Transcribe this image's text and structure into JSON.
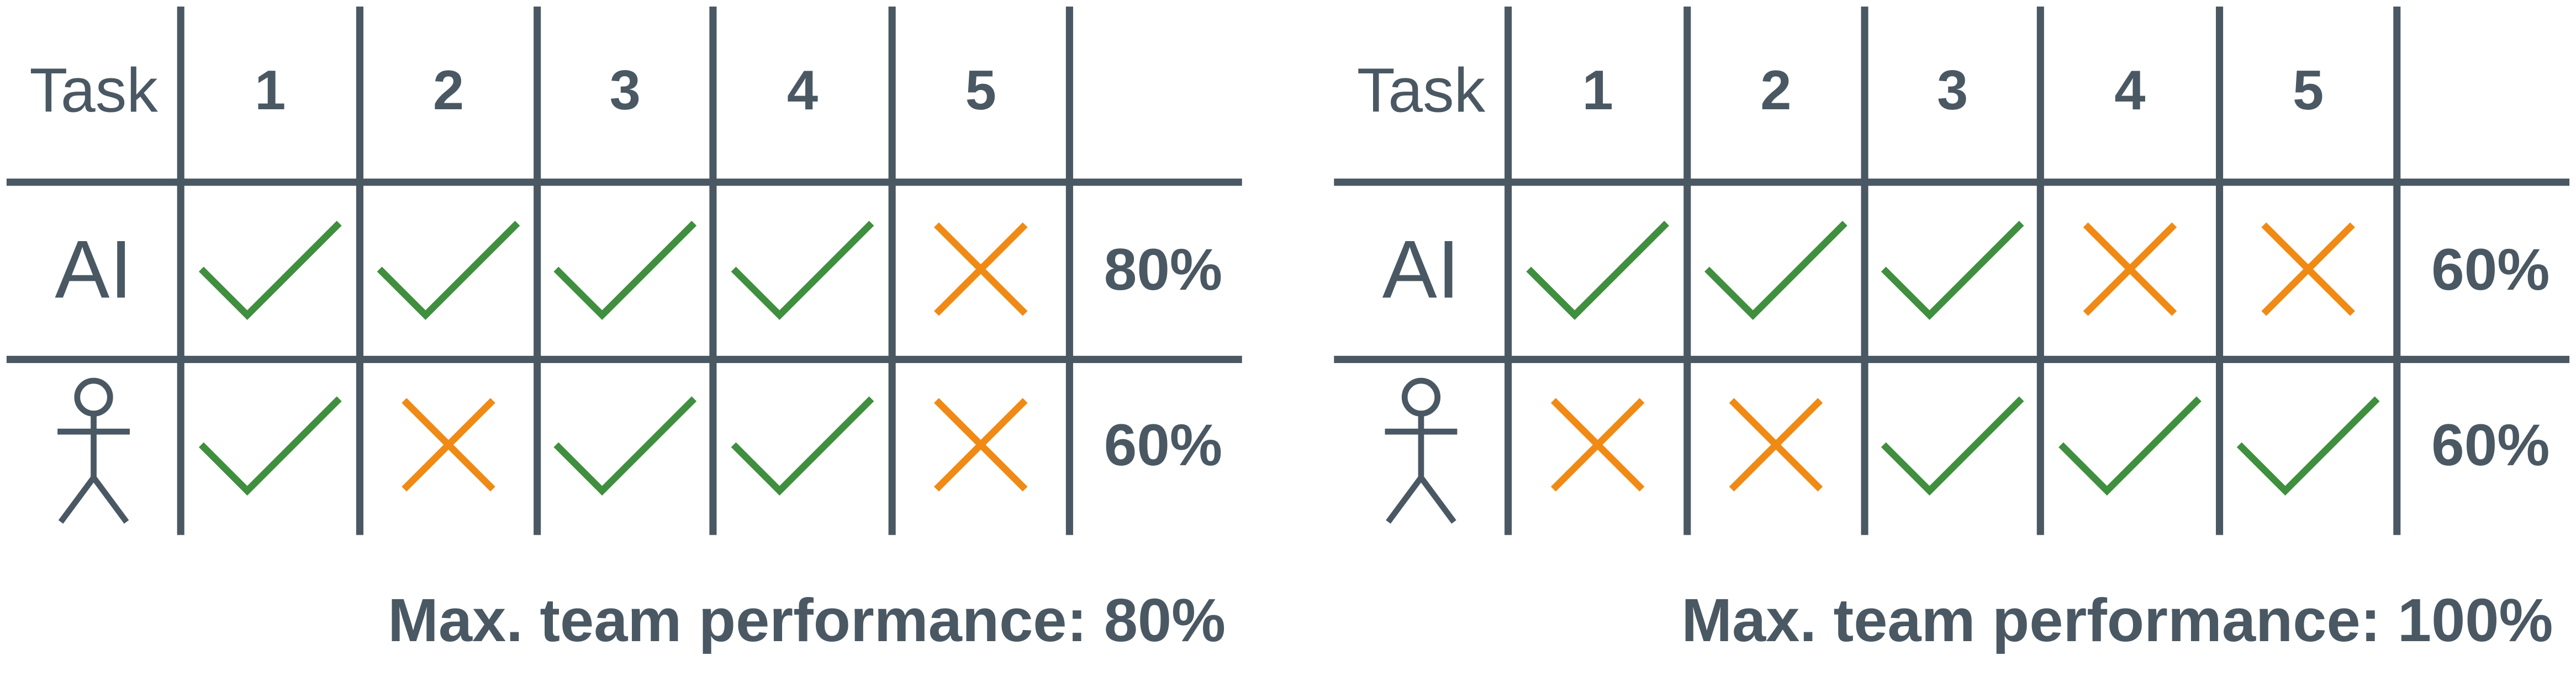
{
  "colors": {
    "grid": "#4a5863",
    "check": "#3f8f3f",
    "cross": "#f08a14",
    "text": "#4a5863"
  },
  "panels": [
    {
      "header": {
        "label": "Task",
        "tasks": [
          "1",
          "2",
          "3",
          "4",
          "5"
        ]
      },
      "rows": [
        {
          "agent": "AI",
          "agent_icon": "ai-text",
          "results": [
            "check",
            "check",
            "check",
            "check",
            "cross"
          ],
          "score": "80%"
        },
        {
          "agent": "human",
          "agent_icon": "stick-figure-icon",
          "results": [
            "check",
            "cross",
            "check",
            "check",
            "cross"
          ],
          "score": "60%"
        }
      ],
      "caption": "Max. team performance: 80%"
    },
    {
      "header": {
        "label": "Task",
        "tasks": [
          "1",
          "2",
          "3",
          "4",
          "5"
        ]
      },
      "rows": [
        {
          "agent": "AI",
          "agent_icon": "ai-text",
          "results": [
            "check",
            "check",
            "check",
            "cross",
            "cross"
          ],
          "score": "60%"
        },
        {
          "agent": "human",
          "agent_icon": "stick-figure-icon",
          "results": [
            "cross",
            "cross",
            "check",
            "check",
            "check"
          ],
          "score": "60%"
        }
      ],
      "caption": "Max. team performance: 100%"
    }
  ]
}
